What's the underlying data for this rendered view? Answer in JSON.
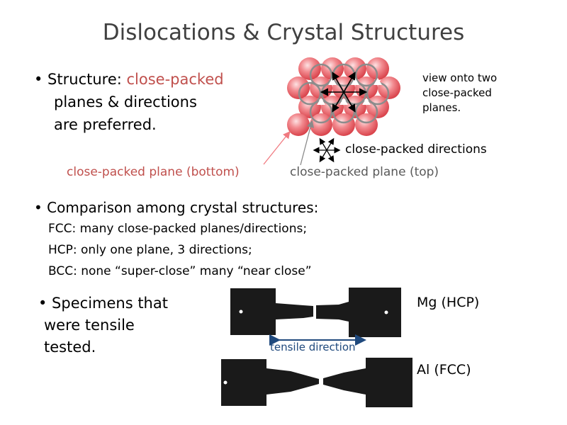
{
  "title": "Dislocations & Crystal Structures",
  "bullet1": {
    "prefix": "• Structure:  ",
    "highlight": "close-packed",
    "line2": "planes & directions",
    "line3": "are preferred."
  },
  "view_note": [
    "view onto two",
    "close-packed",
    "planes."
  ],
  "close_packed_directions": "close-packed directions",
  "close_packed_plane_bottom": "close-packed plane (bottom)",
  "close_packed_plane_top": "close-packed plane (top)",
  "bullet2": {
    "heading": "• Comparison among crystal structures:",
    "fcc": "FCC:  many close-packed planes/directions;",
    "hcp": "HCP:  only one plane, 3 directions;",
    "bcc": "BCC:  none “super-close” many “near close”"
  },
  "bullet3": {
    "line1": "• Specimens that",
    "line2": "were tensile",
    "line3": "tested."
  },
  "specimen_mg": "Mg (HCP)",
  "specimen_al": "Al (FCC)",
  "tensile_direction": "tensile direction",
  "colors": {
    "accent_red": "#c0504d",
    "atom_red": "#f0777d",
    "atom_grey": "#888888",
    "arrow_blue": "#1f497d"
  }
}
